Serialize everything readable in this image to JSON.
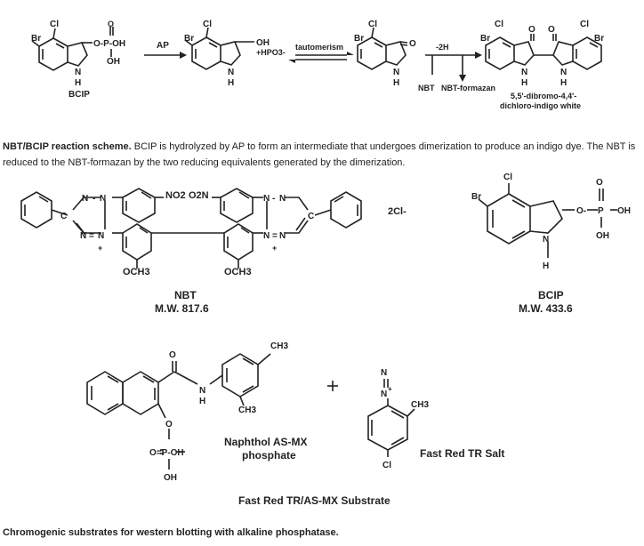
{
  "reaction": {
    "bcip_label": "BCIP",
    "ap_label": "AP",
    "hpo3_label": "+HPO3-",
    "tautomerism_label": "tautomerism",
    "minus2h_label": "-2H",
    "nbt_label": "NBT",
    "formazan_label": "NBT-formazan",
    "indigo_line1": "5,5'-dibromo-4,4'-",
    "indigo_line2": "dichloro-indigo white"
  },
  "caption1": {
    "bold": "NBT/BCIP reaction scheme.",
    "text": " BCIP is hydrolyzed by AP to form an intermediate that undergoes dimerization to produce an indigo dye. The NBT is reduced to the NBT-formazan by the two reducing equivalents generated by the dimerization."
  },
  "nbt": {
    "name": "NBT",
    "mw": "M.W. 817.6",
    "counterion": "2Cl-",
    "no2": "NO2",
    "o2n": "O2N",
    "och3": "OCH3"
  },
  "bcip": {
    "name": "BCIP",
    "mw": "M.W. 433.6"
  },
  "substrate": {
    "naphthol_line1": "Naphthol AS-MX",
    "naphthol_line2": "phosphate",
    "fastred": "Fast Red TR Salt",
    "combined": "Fast Red TR/AS-MX Substrate"
  },
  "caption2": "Chromogenic substrates for western blotting with alkaline phosphatase."
}
